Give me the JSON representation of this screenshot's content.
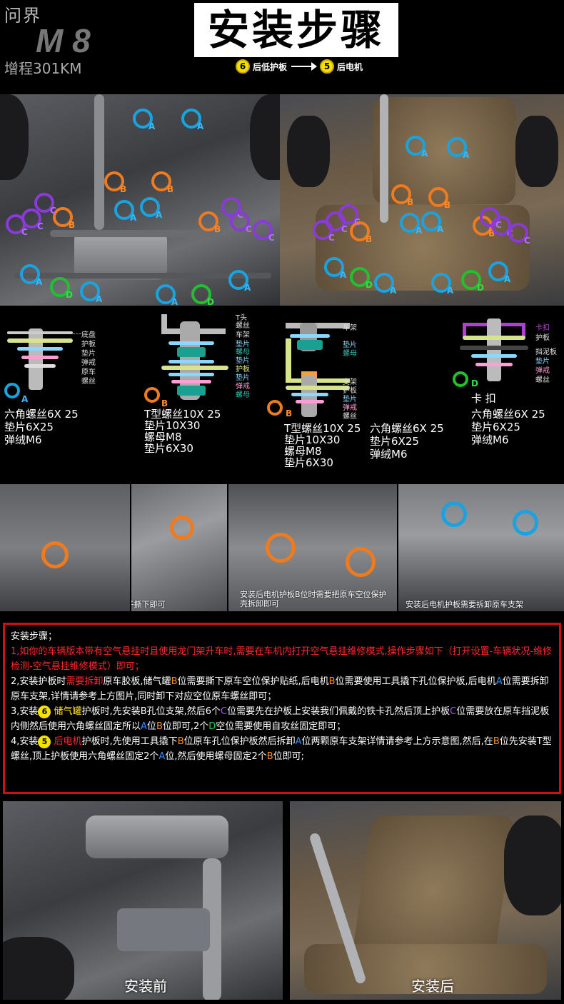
{
  "brand": {
    "name": "问界",
    "model": "M 8",
    "variant": "增程301KM"
  },
  "title": "安装步骤",
  "flow": {
    "from_num": "6",
    "from_label": "后低护板",
    "to_num": "5",
    "to_label": "后电机"
  },
  "marker_letters": {
    "A": "A",
    "B": "B",
    "C": "C",
    "D": "D"
  },
  "diagrams": {
    "a": {
      "labels": [
        "底盘",
        "护板",
        "垫片",
        "弹戒",
        "原车",
        "螺丝"
      ],
      "spec": [
        "六角螺丝6X 25",
        "垫片6X25",
        "弹绒M6"
      ]
    },
    "b": {
      "labels": [
        "T头",
        "螺丝",
        "车架",
        "垫片",
        "螺母",
        "垫片",
        "护板",
        "垫片",
        "弹戒",
        "螺母"
      ],
      "spec": [
        "T型螺丝10X 25",
        "垫片10X30",
        "螺母M8",
        "垫片6X30"
      ]
    },
    "c": {
      "labels": [
        "车架",
        "垫片",
        "螺母",
        "支架",
        "护板",
        "垫片",
        "弹戒",
        "螺丝"
      ],
      "spec_left": [
        "T型螺丝10X 25",
        "垫片10X30",
        "螺母M8",
        "垫片6X30"
      ],
      "spec_right": [
        "六角螺丝6X 25",
        "垫片6X25",
        "弹绒M6"
      ]
    },
    "d": {
      "labels": [
        "卡扣",
        "护板",
        "挡泥板",
        "垫片",
        "弹戒",
        "螺丝"
      ],
      "title": "卡 扣",
      "spec": [
        "六角螺丝6X 25",
        "垫片6X25",
        "弹绒M6"
      ]
    }
  },
  "detail_captions": [
    "储气罐B位安装支架前需要把原车贴子撕下即可",
    "安装后电机护板B位时需要把原车空位保护壳拆卸即可",
    "安装后电机护板需要拆卸原车支架"
  ],
  "steps": {
    "heading": "安装步骤；",
    "s1": "1,如你的车辆版本带有空气悬挂时且使用龙门架升车时,需要在车机内打开空气悬挂维修模式,操作步骤如下（打开设置-车辆状况-维修检测-空气悬挂维修模式）即可；",
    "s2_a": "2,安装护板时",
    "s2_b": "需要拆卸",
    "s2_c": "原车胶板,储气罐",
    "s2_d": "B",
    "s2_e": "位需要撕下原车空位保护贴纸,后电机",
    "s2_f": "B",
    "s2_g": "位需要使用工具撬下孔位保护板,后电机",
    "s2_h": "A",
    "s2_i": "位需要拆卸原车支架,详情请参考上方图片,同时卸下对应空位原车螺丝即可；",
    "s3_a": "3,安装",
    "s3_num": "6",
    "s3_b": "储气罐",
    "s3_c": "护板时,先安装B孔位支架,然后6个",
    "s3_d": "C",
    "s3_e": "位需要先在护板上安装我们佩戴的铁卡孔然后顶上护板",
    "s3_f": "C",
    "s3_g": "位需要放在原车挡泥板内侧然后使用六角螺丝固定所以",
    "s3_h": "A",
    "s3_i": "位",
    "s3_j": "B",
    "s3_k": "位即可,2个",
    "s3_l": "D",
    "s3_m": "空位需要使用自攻丝固定即可；",
    "s4_a": "4,安装",
    "s4_num": "5",
    "s4_b": "后电机",
    "s4_c": "护板时,先使用工具撬下",
    "s4_d": "B",
    "s4_e": "位原车孔位保护板然后拆卸",
    "s4_f": "A",
    "s4_g": "位两颗原车支架详情请参考上方示意图,然后,在",
    "s4_h": "B",
    "s4_i": "位先安装T型螺丝,顶上护板使用六角螺丝固定2个",
    "s4_j": "A",
    "s4_k": "位,然后使用螺母固定2个",
    "s4_l": "B",
    "s4_m": "位即可;"
  },
  "bottom": {
    "before": "安装前",
    "after": "安装后"
  },
  "colors": {
    "A": "#1aa3e0",
    "B": "#f07a1e",
    "C": "#8a3ad8",
    "D": "#22c030",
    "frame": "#d01010"
  }
}
